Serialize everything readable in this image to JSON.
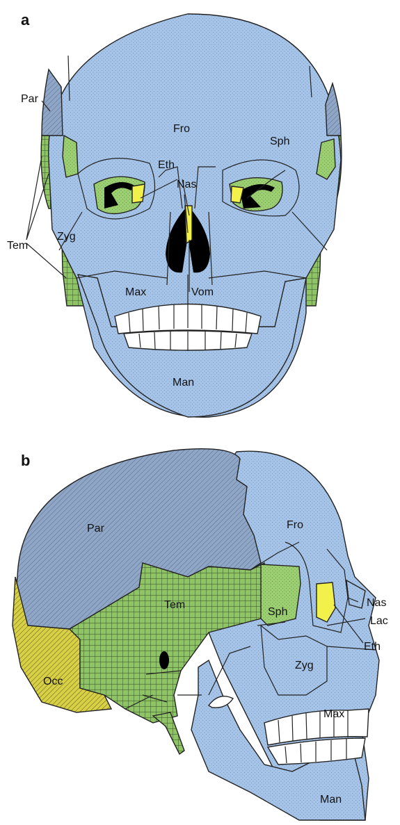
{
  "figure": {
    "colors": {
      "blue_bone": "#a6c4e8",
      "slate_bone": "#8fa6c6",
      "green_bone": "#8fc466",
      "yellow_bone": "#f2f04a",
      "olive_bone": "#d8d046",
      "opening": "#000000",
      "teeth": "#ffffff",
      "outline": "#222222"
    },
    "panel_a": {
      "letter": "a",
      "labels": {
        "par": "Par",
        "fro": "Fro",
        "sph": "Sph",
        "eth": "Eth",
        "nas": "Nas",
        "tem": "Tem",
        "zyg": "Zyg",
        "max": "Max",
        "vom": "Vom",
        "man": "Man"
      }
    },
    "panel_b": {
      "letter": "b",
      "labels": {
        "par": "Par",
        "fro": "Fro",
        "tem": "Tem",
        "sph": "Sph",
        "nas": "Nas",
        "lac": "Lac",
        "eth": "Eth",
        "zyg": "Zyg",
        "occ": "Occ",
        "max": "Max",
        "man": "Man"
      }
    }
  }
}
